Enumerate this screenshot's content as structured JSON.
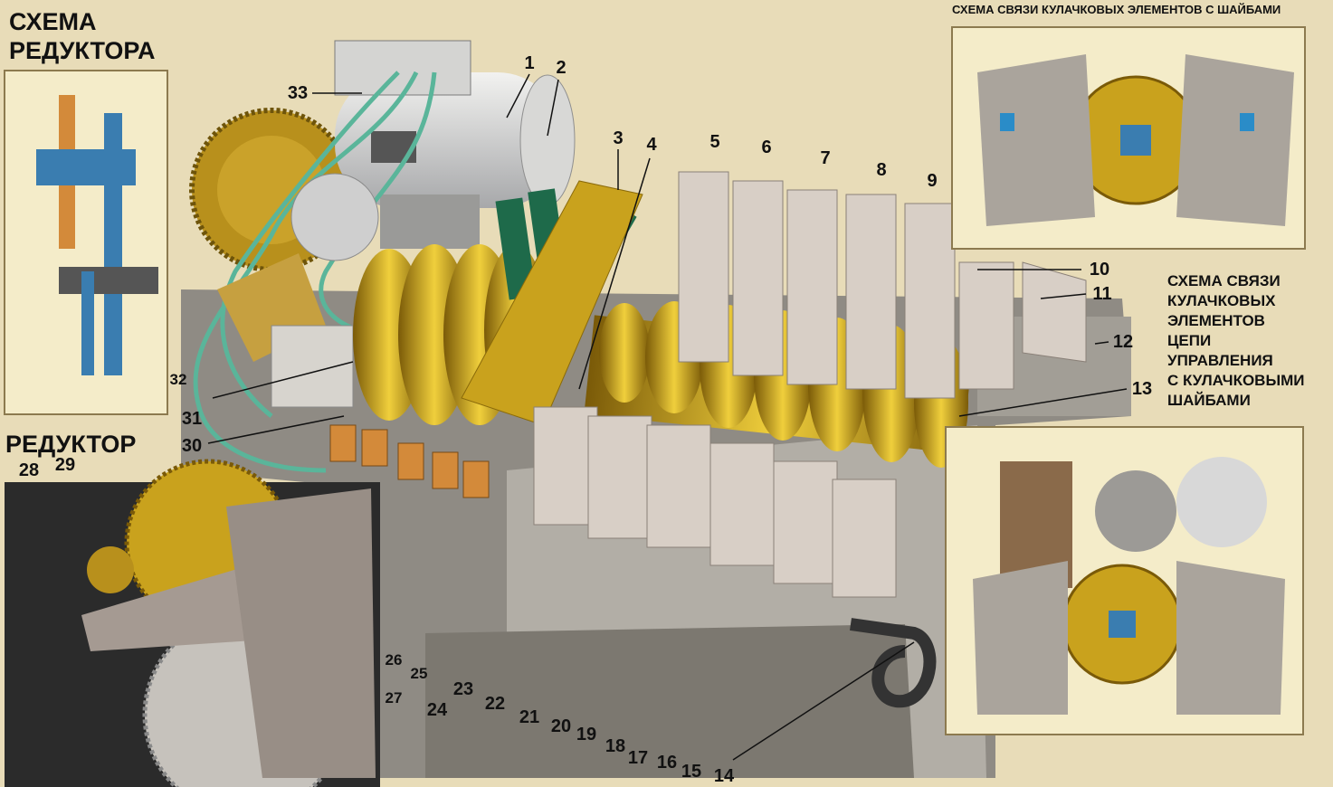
{
  "titles": {
    "reducer_scheme": "СХЕМА\nРЕДУКТОРА",
    "reducer": "РЕДУКТОР",
    "cam_washer_scheme": "СХЕМА СВЯЗИ КУЛАЧКОВЫХ ЭЛЕМЕНТОВ С ШАЙБАМИ",
    "control_circuit_scheme": "СХЕМА СВЯЗИ\nКУЛАЧКОВЫХ\nЭЛЕМЕНТОВ\nЦЕПИ\nУПРАВЛЕНИЯ\nС КУЛАЧКОВЫМИ\nШАЙБАМИ"
  },
  "callouts": {
    "n1": "1",
    "n2": "2",
    "n3": "3",
    "n4": "4",
    "n5": "5",
    "n6": "6",
    "n7": "7",
    "n8": "8",
    "n9": "9",
    "n10": "10",
    "n11": "11",
    "n12": "12",
    "n13": "13",
    "n14": "14",
    "n15": "15",
    "n16": "16",
    "n17": "17",
    "n18": "18",
    "n19": "19",
    "n20": "20",
    "n21": "21",
    "n22": "22",
    "n23": "23",
    "n24": "24",
    "n25": "25",
    "n26": "26",
    "n27": "27",
    "n28": "28",
    "n29": "29",
    "n30": "30",
    "n31": "31",
    "n32": "32",
    "n33": "33"
  },
  "colors": {
    "brass": "#c9a21d",
    "brass_dark": "#8a6a0a",
    "body_gray": "#a9a59c",
    "element_light": "#d8cfc6",
    "copper": "#d38a3a",
    "wire_green": "#5ab59a",
    "resistor_green": "#1e6a4a",
    "panel_bg": "#f4ecc9",
    "blue_part": "#3a7db0"
  }
}
